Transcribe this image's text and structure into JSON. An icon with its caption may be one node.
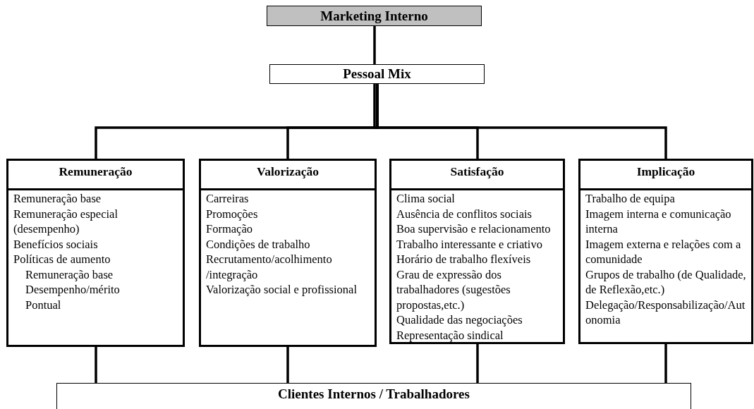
{
  "diagram": {
    "nodes": [
      {
        "text": [
          "Marketing Interno"
        ]
      },
      {
        "text": [
          "Pessoal Mix"
        ]
      },
      {
        "text": [
          "Remuneração",
          "Remuneração base",
          "Remuneração especial (desempenho)",
          "Benefícios sociais",
          "Políticas de aumento",
          "Remuneração base",
          "Desempenho/mérito",
          "Pontual"
        ]
      },
      {
        "text": [
          "Valorização",
          "Carreiras",
          "Promoções",
          "Formação",
          "Condições de trabalho",
          "Recrutamento/acolhimento /integração",
          "Valorização social e profissional"
        ]
      },
      {
        "text": [
          "Satisfação",
          "Clima social",
          "Ausência de conflitos sociais",
          "Boa supervisão e relacionamento",
          "Trabalho interessante e criativo",
          "Horário de trabalho flexíveis",
          "Grau de expressão dos trabalhadores (sugestões propostas,etc.)",
          "Qualidade das negociações",
          "Representação sindical"
        ]
      },
      {
        "text": [
          "Implicação",
          "Trabalho de equipa",
          "Imagem interna e comunicação interna",
          "Imagem externa e relações com a comunidade",
          "Grupos de trabalho (de Qualidade, de Reflexão,etc.)",
          "Delegação/Responsabilização/Autonomia"
        ]
      },
      {
        "text": [
          "Clientes Internos / Trabalhadores"
        ]
      }
    ],
    "edges": [
      {
        "from": 0,
        "to": 1,
        "arrow": "none"
      },
      {
        "from": 1,
        "to": 2,
        "arrow": "none"
      },
      {
        "from": 1,
        "to": 3,
        "arrow": "none"
      },
      {
        "from": 1,
        "to": 4,
        "arrow": "none"
      },
      {
        "from": 1,
        "to": 5,
        "arrow": "none"
      },
      {
        "from": 2,
        "to": 6,
        "arrow": "none"
      },
      {
        "from": 3,
        "to": 6,
        "arrow": "none"
      },
      {
        "from": 4,
        "to": 6,
        "arrow": "none"
      },
      {
        "from": 5,
        "to": 6,
        "arrow": "none"
      }
    ]
  }
}
